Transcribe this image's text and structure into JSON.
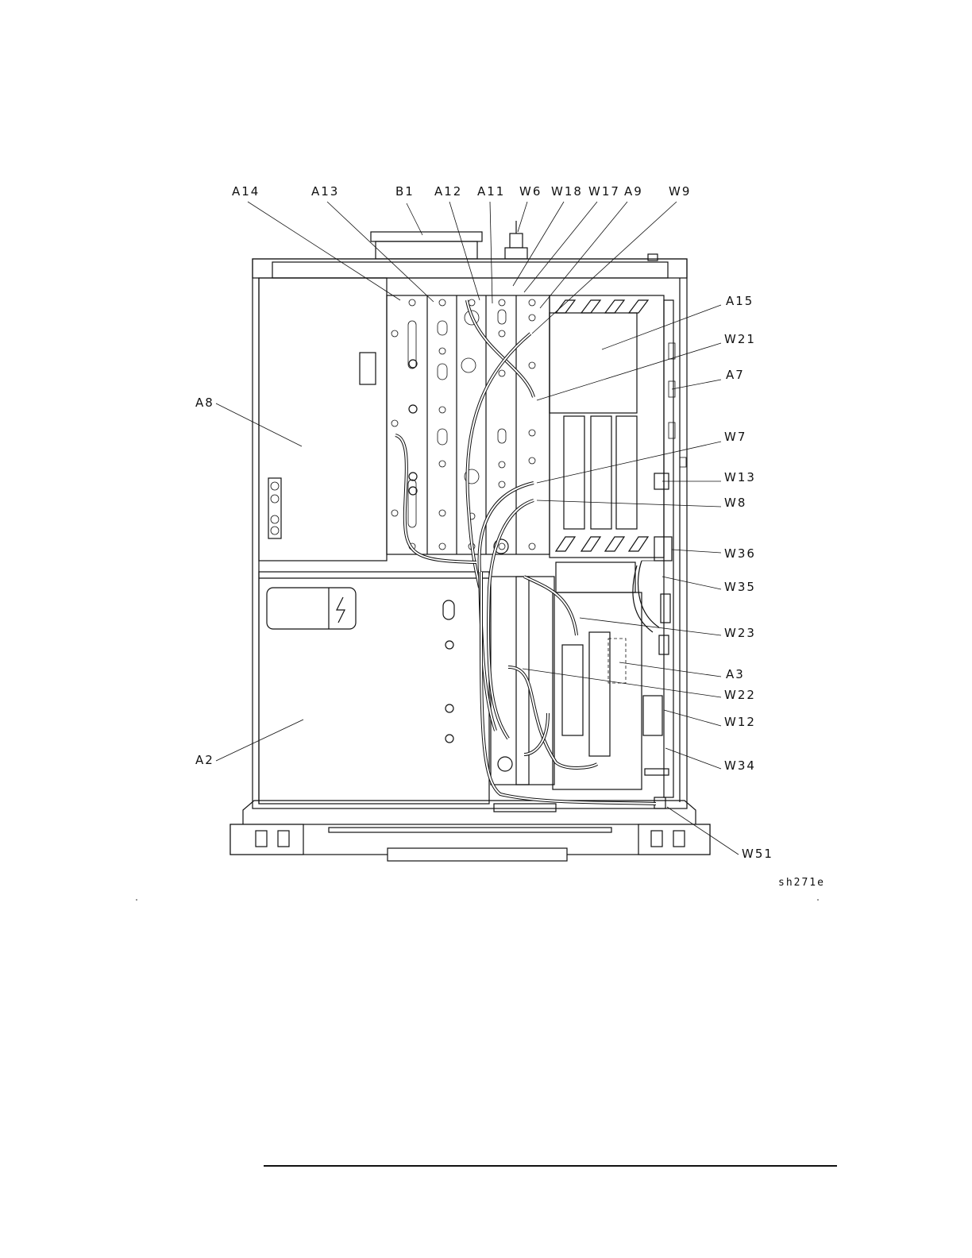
{
  "figure": {
    "code": "sh271e",
    "labels": {
      "A14": "A14",
      "A13": "A13",
      "B1": "B1",
      "A12": "A12",
      "A11": "A11",
      "W6": "W6",
      "W18": "W18",
      "W17": "W17",
      "A9": "A9",
      "W9": "W9",
      "A15": "A15",
      "W21": "W21",
      "A7": "A7",
      "A8": "A8",
      "W7": "W7",
      "W13": "W13",
      "W8": "W8",
      "W36": "W36",
      "W35": "W35",
      "W23": "W23",
      "A3": "A3",
      "W22": "W22",
      "W12": "W12",
      "A2": "A2",
      "W34": "W34",
      "W51": "W51"
    }
  }
}
